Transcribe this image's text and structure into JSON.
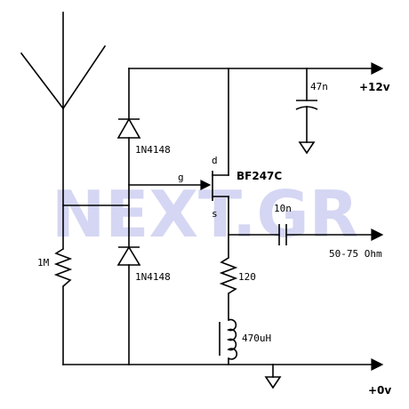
{
  "watermark": "NEXT.GR",
  "labels": {
    "vplus": "+12v",
    "vzero": "+0v",
    "cap_supply": "47n",
    "cap_out": "10n",
    "output": "50-75 Ohm",
    "transistor": "BF247C",
    "drain": "d",
    "gate": "g",
    "source": "s",
    "diode_top": "1N4148",
    "diode_bottom": "1N4148",
    "resistor_gate": "1M",
    "resistor_source": "120",
    "inductor": "470uH"
  },
  "colors": {
    "ink": "#000000",
    "watermark": "#c7c9ef"
  }
}
